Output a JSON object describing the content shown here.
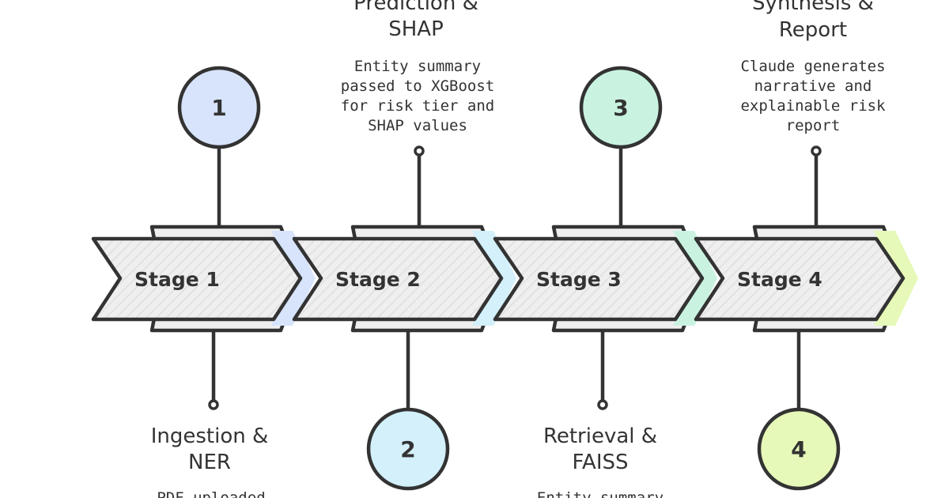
{
  "stages": [
    {
      "stage_label": "Stage 1",
      "number": "1",
      "accent": "#d7e4fb",
      "title_lines": [
        "Ingestion &",
        "NER"
      ],
      "desc_lines": [
        "PDF uploaded"
      ]
    },
    {
      "stage_label": "Stage 2",
      "number": "2",
      "accent": "#d3f0fb",
      "title_lines": [
        "Prediction &",
        "SHAP"
      ],
      "desc_lines": [
        "Entity summary",
        "passed to XGBoost",
        "for risk tier and",
        "SHAP values"
      ]
    },
    {
      "stage_label": "Stage 3",
      "number": "3",
      "accent": "#c9f3e0",
      "title_lines": [
        "Retrieval &",
        "FAISS"
      ],
      "desc_lines": [
        "Entity summary"
      ]
    },
    {
      "stage_label": "Stage 4",
      "number": "4",
      "accent": "#e6f9b8",
      "title_lines": [
        "Synthesis &",
        "Report"
      ],
      "desc_lines": [
        "Claude generates",
        "narrative and",
        "explainable risk",
        "report"
      ]
    }
  ]
}
